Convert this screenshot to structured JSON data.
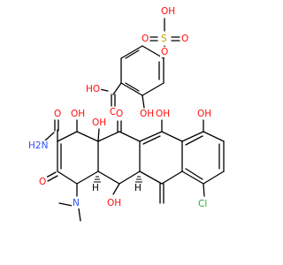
{
  "colors": {
    "bond": "#000000",
    "oxygen": "#ff0d0d",
    "nitrogen": "#3050f8",
    "sulfur": "#c9a100",
    "chlorine": "#1fb01f"
  },
  "salicylic_part": {
    "so3h_top_oh": "OH",
    "so3h_left_o": "O",
    "so3h_s": "S",
    "so3h_right_o": "O",
    "so3h_bottom_o": "O",
    "cooh_oh": "HO",
    "cooh_o": "O",
    "phenol_oh": "OH"
  },
  "tetracycline_part": {
    "amide_o": "O",
    "amide_n": "H2N",
    "enol_oh": "OH",
    "c12a_oh": "OH",
    "c11_o": "O",
    "c10_oh": "OH",
    "c11_oh": "OH",
    "c3_o": "O",
    "dimethylamino_n": "N",
    "c5_oh": "OH",
    "chloro": "Cl",
    "stereo_h1": "H",
    "stereo_h2": "H"
  }
}
